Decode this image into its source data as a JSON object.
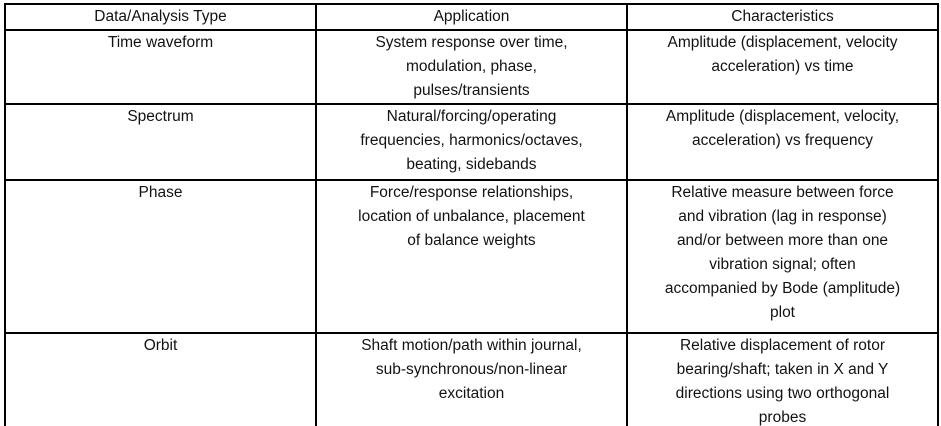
{
  "page": {
    "background_color": "#ffffff",
    "grid_color": "#000000",
    "text_color": "#121212"
  },
  "table": {
    "headers": [
      "Data/Analysis Type",
      "Application",
      "Characteristics"
    ],
    "rows": [
      {
        "type": "Time waveform",
        "application": "System response over time,\nmodulation, phase,\npulses/transients",
        "characteristics": "Amplitude (displacement, velocity\nacceleration) vs time"
      },
      {
        "type": "Spectrum",
        "application": "Natural/forcing/operating\nfrequencies, harmonics/octaves,\nbeating, sidebands",
        "characteristics": "Amplitude (displacement, velocity,\nacceleration) vs frequency"
      },
      {
        "type": "Phase",
        "application": "Force/response relationships,\nlocation of unbalance, placement\nof balance weights",
        "characteristics": "Relative measure between force\nand vibration (lag in response)\nand/or between more than one\nvibration signal; often\naccompanied by Bode (amplitude)\nplot"
      },
      {
        "type": "Orbit",
        "application": "Shaft motion/path within journal,\nsub-synchronous/non-linear\nexcitation",
        "characteristics": "Relative displacement of rotor\nbearing/shaft; taken in X and Y\ndirections using two orthogonal\nprobes"
      }
    ]
  }
}
